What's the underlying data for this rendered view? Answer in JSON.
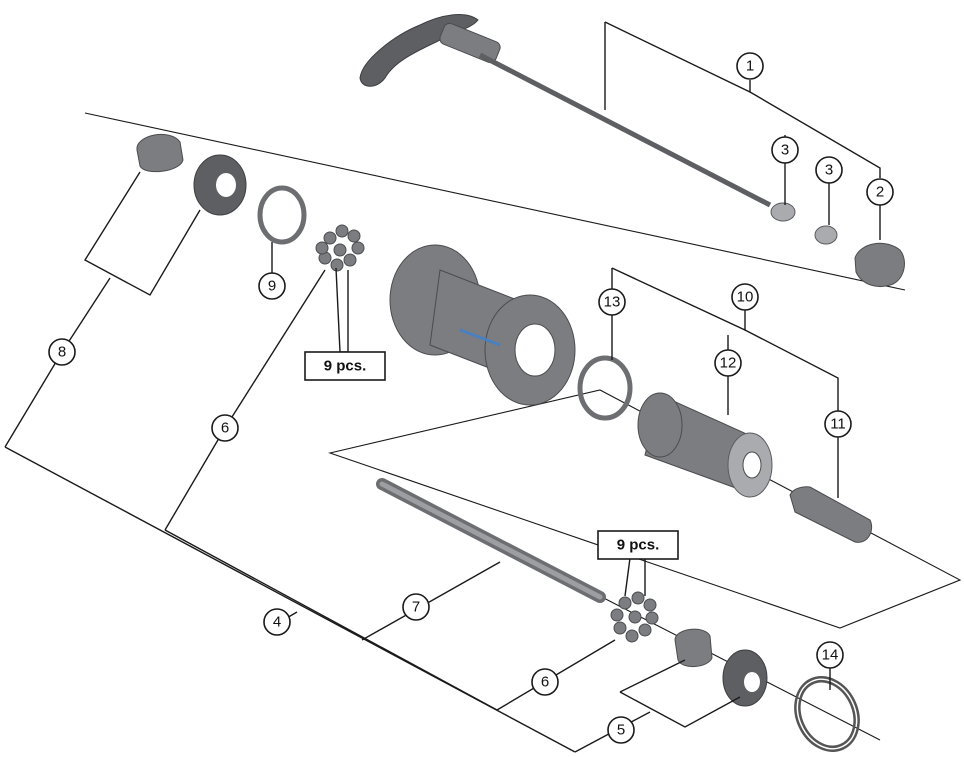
{
  "colors": {
    "part": "#7b7d80",
    "line": "#1a1a1a",
    "accent": "#4a7fc0"
  },
  "callouts": [
    {
      "id": "c1",
      "label": "1"
    },
    {
      "id": "c2",
      "label": "2"
    },
    {
      "id": "c3a",
      "label": "3"
    },
    {
      "id": "c3b",
      "label": "3"
    },
    {
      "id": "c4",
      "label": "4"
    },
    {
      "id": "c5",
      "label": "5"
    },
    {
      "id": "c6a",
      "label": "6"
    },
    {
      "id": "c6b",
      "label": "6"
    },
    {
      "id": "c7",
      "label": "7"
    },
    {
      "id": "c8",
      "label": "8"
    },
    {
      "id": "c9",
      "label": "9"
    },
    {
      "id": "c10",
      "label": "10"
    },
    {
      "id": "c11",
      "label": "11"
    },
    {
      "id": "c12",
      "label": "12"
    },
    {
      "id": "c13",
      "label": "13"
    },
    {
      "id": "c14",
      "label": "14"
    }
  ],
  "quantity_labels": [
    {
      "id": "q1",
      "text": "9 pcs."
    },
    {
      "id": "q2",
      "text": "9 pcs."
    }
  ]
}
